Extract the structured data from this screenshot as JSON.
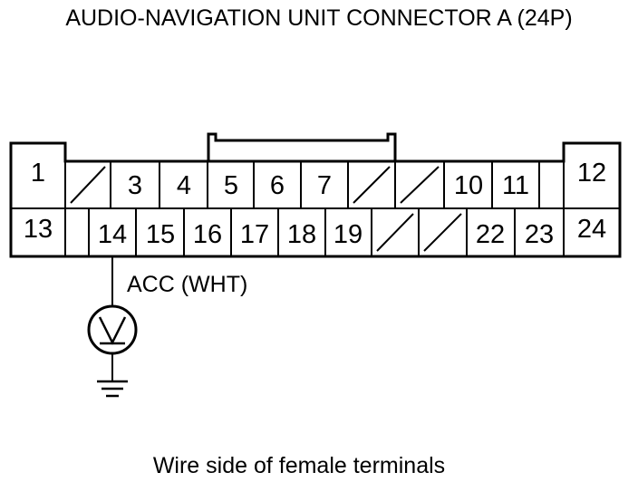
{
  "title": "AUDIO-NAVIGATION UNIT CONNECTOR A (24P)",
  "connector": {
    "row_top": [
      {
        "label": "1"
      },
      {
        "label": "",
        "blank": true
      },
      {
        "label": "3"
      },
      {
        "label": "4"
      },
      {
        "label": "5"
      },
      {
        "label": "6"
      },
      {
        "label": "7"
      },
      {
        "label": "",
        "blank": true
      },
      {
        "label": "",
        "blank": true
      },
      {
        "label": "10"
      },
      {
        "label": "11"
      },
      {
        "label": "",
        "empty": true
      },
      {
        "label": "12"
      }
    ],
    "row_bottom": [
      {
        "label": "13"
      },
      {
        "label": "",
        "empty": true
      },
      {
        "label": "14"
      },
      {
        "label": "15"
      },
      {
        "label": "16"
      },
      {
        "label": "17"
      },
      {
        "label": "18"
      },
      {
        "label": "19"
      },
      {
        "label": "",
        "blank": true
      },
      {
        "label": "",
        "blank": true
      },
      {
        "label": "22"
      },
      {
        "label": "23"
      },
      {
        "label": "24"
      }
    ]
  },
  "probe": {
    "wire_label": "ACC (WHT)",
    "pin": "14",
    "meter": "voltmeter-icon",
    "ground": "ground-icon"
  },
  "caption": "Wire side of female terminals"
}
